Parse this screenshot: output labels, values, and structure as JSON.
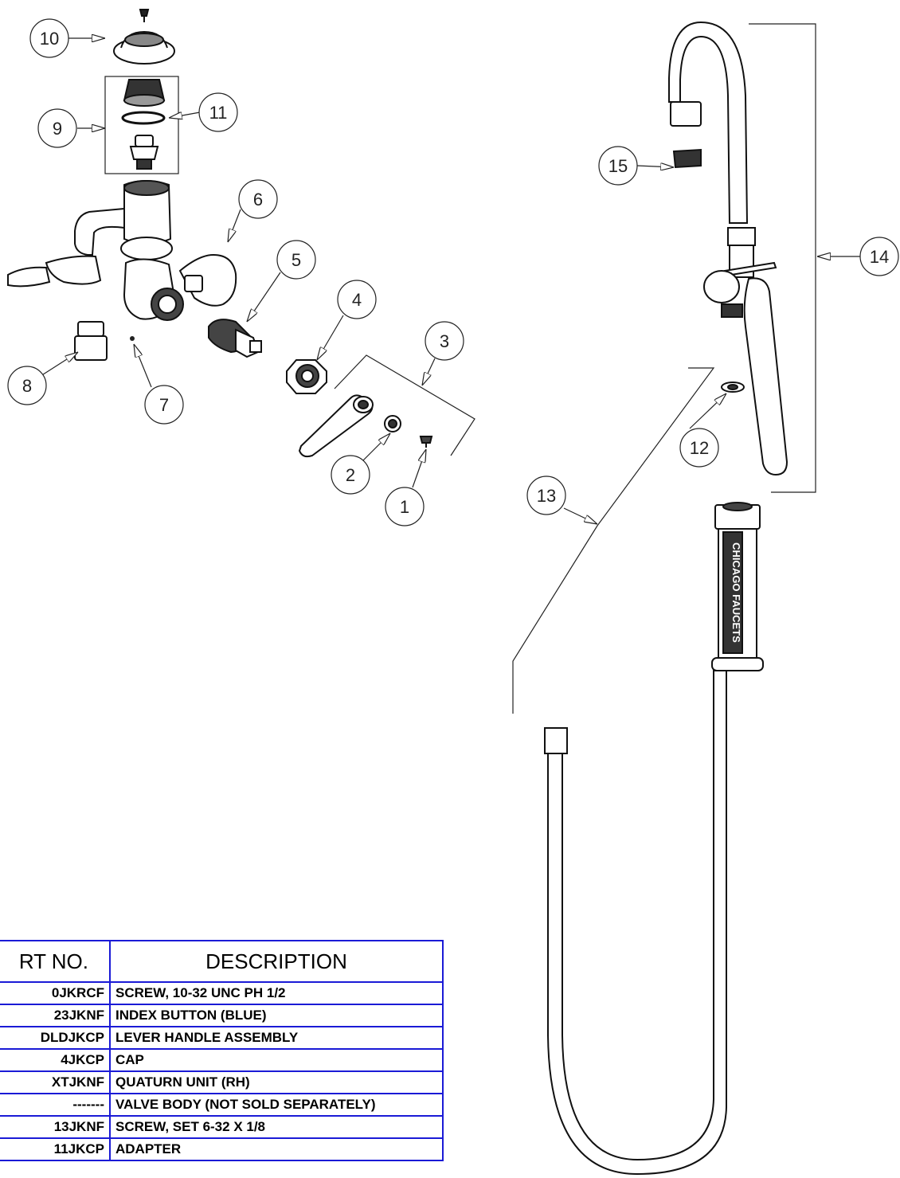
{
  "callouts": [
    "1",
    "2",
    "3",
    "4",
    "5",
    "6",
    "7",
    "8",
    "9",
    "10",
    "11",
    "12",
    "13",
    "14",
    "15"
  ],
  "hose_label": "CHICAGO FAUCETS",
  "table": {
    "headers": {
      "part_no": "RT NO.",
      "description": "DESCRIPTION"
    },
    "rows": [
      {
        "part_no": "0JKRCF",
        "description": "SCREW, 10-32 UNC PH 1/2"
      },
      {
        "part_no": "23JKNF",
        "description": "INDEX BUTTON (BLUE)"
      },
      {
        "part_no": "DLDJKCP",
        "description": "LEVER HANDLE ASSEMBLY"
      },
      {
        "part_no": "4JKCP",
        "description": "CAP"
      },
      {
        "part_no": "XTJKNF",
        "description": "QUATURN UNIT (RH)"
      },
      {
        "part_no": "-------",
        "description": "VALVE BODY (NOT SOLD SEPARATELY)"
      },
      {
        "part_no": "13JKNF",
        "description": "SCREW, SET 6-32 X 1/8"
      },
      {
        "part_no": "11JKCP",
        "description": "ADAPTER"
      }
    ]
  }
}
